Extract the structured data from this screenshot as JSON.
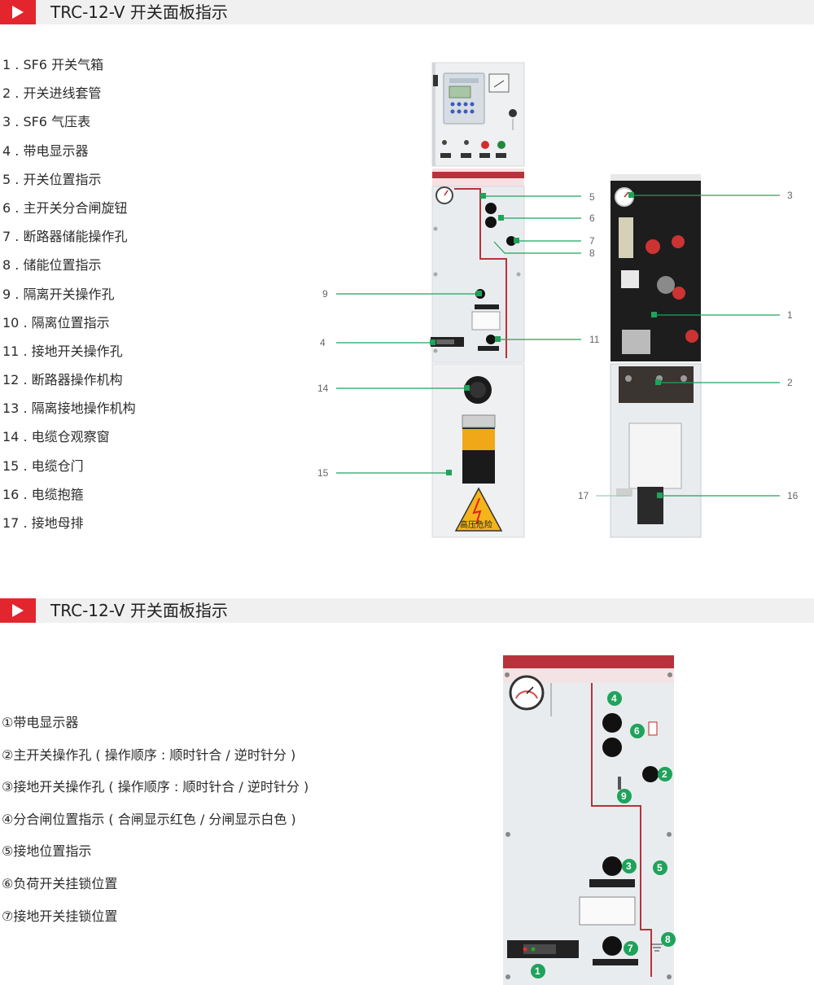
{
  "section1": {
    "title": "TRC-12-V 开关面板指示",
    "items": [
      "1 . SF6 开关气箱",
      "2 . 开关进线套管",
      "3 . SF6 气压表",
      "4 . 带电显示器",
      "5 . 开关位置指示",
      "6 . 主开关分合闸旋钮",
      "7 . 断路器储能操作孔",
      "8 . 储能位置指示",
      "9 . 隔离开关操作孔",
      "10 . 隔离位置指示",
      "11 . 接地开关操作孔",
      "12 . 断路器操作机构",
      "13 . 隔离接地操作机构",
      "14 . 电缆仓观察窗",
      "15 . 电缆仓门",
      "16 . 电缆抱箍",
      "17 . 接地母排"
    ],
    "callouts": [
      "9",
      "4",
      "14",
      "15",
      "5",
      "6",
      "7",
      "8",
      "11",
      "3",
      "1",
      "2",
      "17",
      "16"
    ],
    "warning_sign": "高压危险"
  },
  "section2": {
    "title": "TRC-12-V 开关面板指示",
    "items": [
      "①带电显示器",
      "②主开关操作孔 ( 操作顺序 : 顺时针合 / 逆时针分 )",
      "③接地开关操作孔 ( 操作顺序 : 顺时针合 / 逆时针分 )",
      "④分合闸位置指示 ( 合闸显示红色 / 分闸显示白色 )",
      "⑤接地位置指示",
      "⑥负荷开关挂锁位置",
      "⑦接地开关挂锁位置"
    ],
    "badges": [
      "4",
      "6",
      "2",
      "9",
      "3",
      "5",
      "8",
      "7",
      "1"
    ]
  },
  "colors": {
    "accent_red": "#e3262e",
    "callout_green": "#1fa35b",
    "cabinet_red": "#b8323b",
    "panel_grey": "#e9ecef"
  }
}
